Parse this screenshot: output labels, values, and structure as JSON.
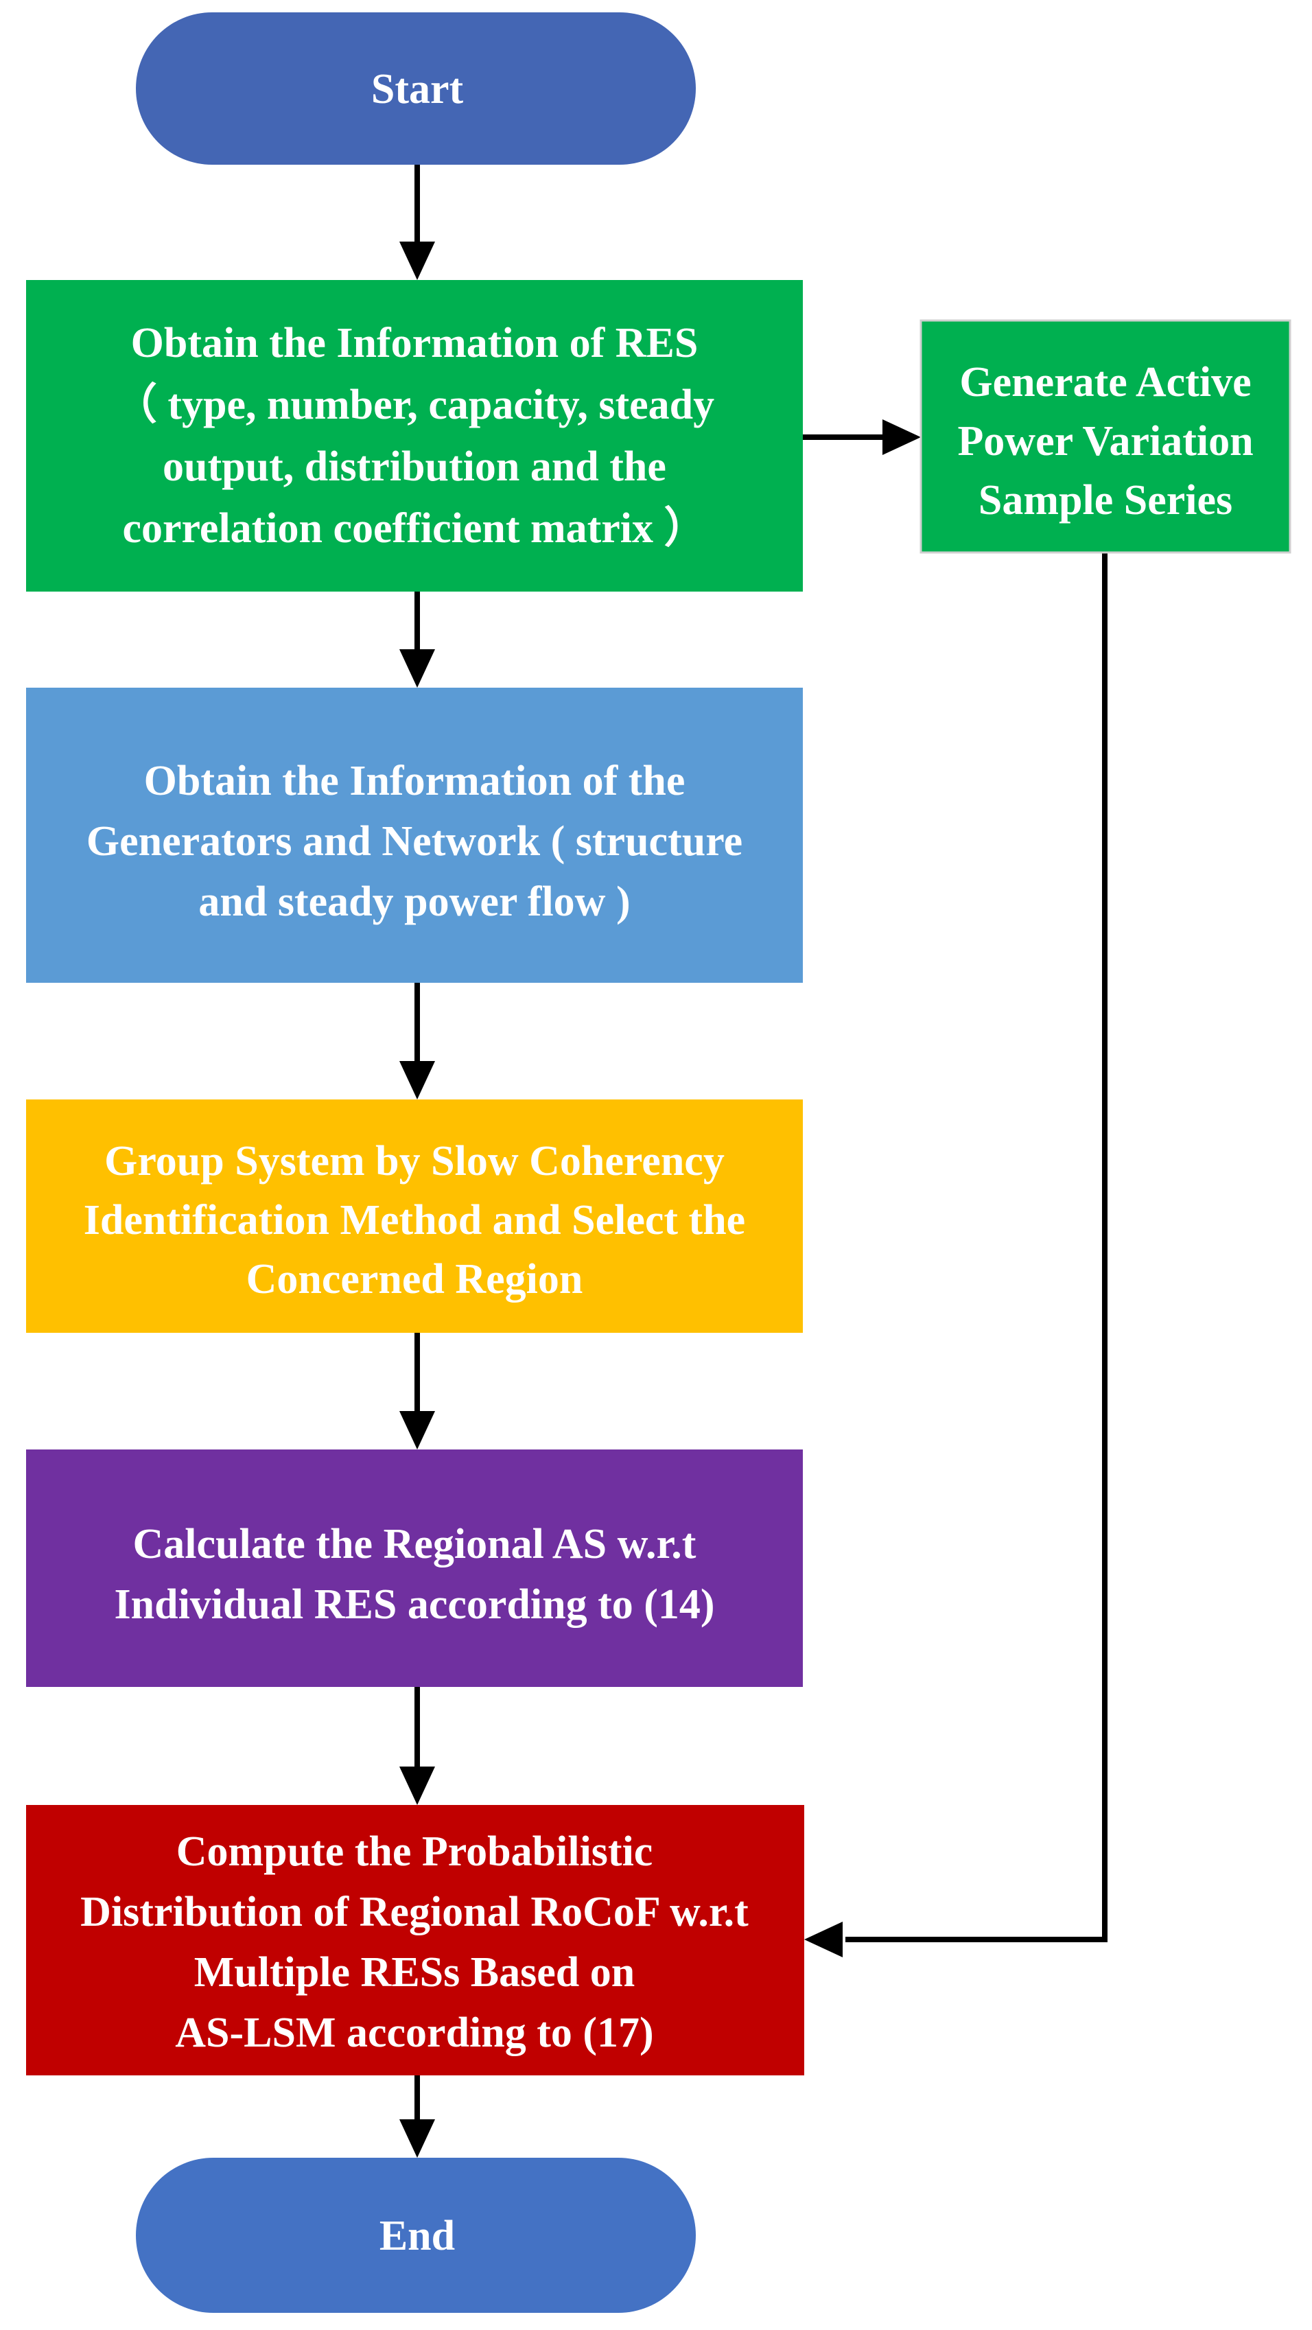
{
  "nodes": {
    "start": {
      "lines": [
        "Start"
      ],
      "color": "#4466b4"
    },
    "obtain_res": {
      "lines": [
        "Obtain the Information of RES",
        "（ type, number, capacity, steady",
        "output, distribution and the",
        "correlation coefficient matrix ）"
      ],
      "color": "#00b050"
    },
    "generate": {
      "lines": [
        "Generate Active",
        "Power Variation",
        "Sample Series"
      ],
      "color": "#00b050"
    },
    "obtain_gen": {
      "lines": [
        "Obtain the Information of the",
        "Generators and Network ( structure",
        "and steady power flow )"
      ],
      "color": "#5b9bd5"
    },
    "group": {
      "lines": [
        "Group System by Slow Coherency",
        "Identification Method and Select the",
        "Concerned  Region"
      ],
      "color": "#ffc000"
    },
    "calculate": {
      "lines": [
        "Calculate the Regional AS w.r.t",
        "Individual RES according to (14)"
      ],
      "color": "#7030a0"
    },
    "compute": {
      "lines": [
        "Compute the Probabilistic",
        "Distribution of Regional RoCoF w.r.t",
        "Multiple RESs Based on",
        "AS-LSM according to (17)"
      ],
      "color": "#c00000"
    },
    "end": {
      "lines": [
        "End"
      ],
      "color": "#4472c4"
    }
  },
  "colors": {
    "arrow": "#000000",
    "text": "#ffffff"
  }
}
